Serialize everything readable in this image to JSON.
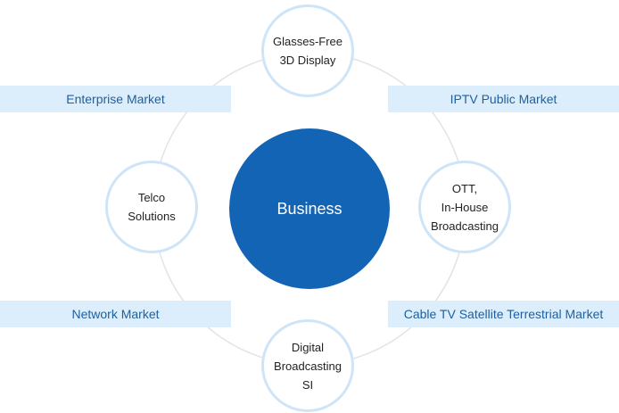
{
  "diagram": {
    "center_label": "Business",
    "nodes": {
      "top": "Glasses-Free\n3D Display",
      "left": "Telco\nSolutions",
      "right": "OTT,\nIn-House\nBroadcasting",
      "bottom": "Digital\nBroadcasting\nSI"
    },
    "markets": {
      "top_left": "Enterprise Market",
      "top_right": "IPTV Public Market",
      "bottom_left": "Network Market",
      "bottom_right": "Cable TV Satellite Terrestrial Market"
    },
    "colors": {
      "center_fill": "#1464b6",
      "band_fill": "#dceefb",
      "band_text": "#1f5f9e",
      "node_border": "#cfe5f7",
      "orbit_line": "#e3e3e3"
    }
  }
}
